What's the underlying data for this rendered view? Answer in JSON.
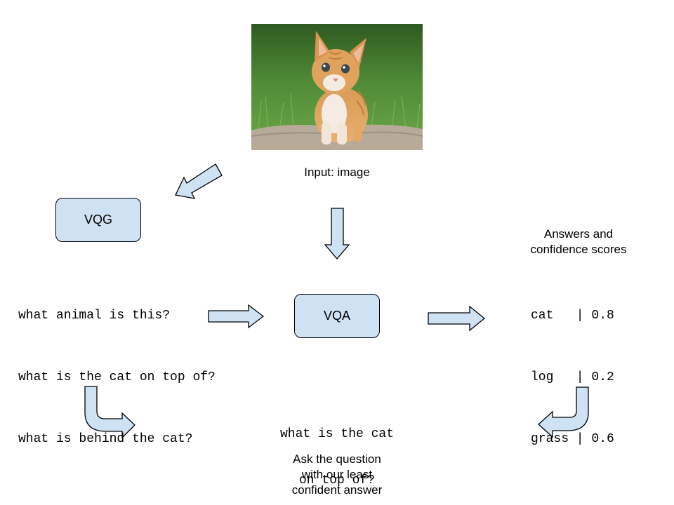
{
  "input": {
    "photo_subject": "orange tabby kitten sitting on a log in grass",
    "label": "Input: image"
  },
  "vqg": {
    "label": "VQG"
  },
  "vqa": {
    "label": "VQA"
  },
  "questions": [
    "what animal is this?",
    "what is the cat on top of?",
    "what is behind the cat?"
  ],
  "answers_title": {
    "line1": "Answers and",
    "line2": "confidence scores"
  },
  "answers": [
    "cat   | 0.8",
    "log   | 0.2",
    "grass | 0.6"
  ],
  "selected_question": {
    "line1": "what is the cat",
    "line2": "on top of?"
  },
  "caption": {
    "line1": "Ask the question",
    "line2": "with our least",
    "line3": "confident answer"
  },
  "colors": {
    "box_fill": "#cfe2f3",
    "stroke": "#000000"
  }
}
